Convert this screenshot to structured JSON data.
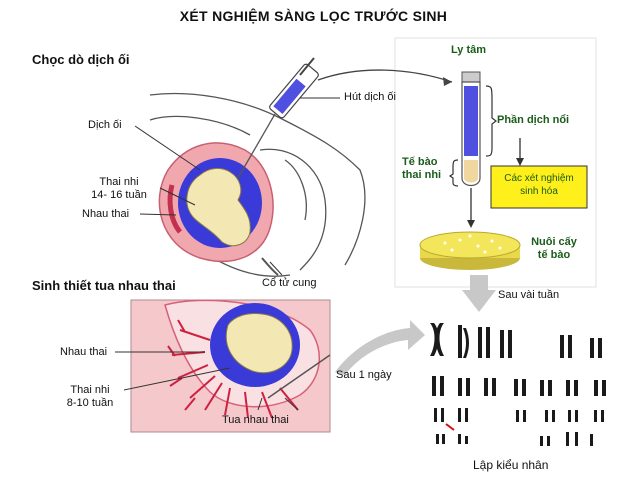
{
  "title": "XÉT NGHIỆM SÀNG LỌC TRƯỚC SINH",
  "amnio": {
    "heading": "Chọc dò dịch ối",
    "labels": {
      "suction": "Hút dịch ối",
      "amniotic_fluid": "Dịch ối",
      "fetus_line1": "Thai nhi",
      "fetus_line2": "14- 16 tuần",
      "placenta": "Nhau thai",
      "cervix": "Cổ tử cung"
    }
  },
  "cvs": {
    "heading": "Sinh thiết tua nhau thai",
    "labels": {
      "placenta": "Nhau thai",
      "fetus_line1": "Thai nhi",
      "fetus_line2": "8-10 tuần",
      "villi": "Tua nhau thai"
    }
  },
  "lab": {
    "centrifuge": "Ly tâm",
    "supernatant": "Phần dịch nổi",
    "fetal_cells_line1": "Tế bào",
    "fetal_cells_line2": "thai nhi",
    "biochem_line1": "Các xét nghiệm",
    "biochem_line2": "sinh hóa",
    "culture_line1": "Nuôi cấy",
    "culture_line2": "tế bào"
  },
  "flow": {
    "after_weeks": "Sau vài tuần",
    "after_day": "Sau 1 ngày"
  },
  "karyotype": {
    "label": "Lập kiểu nhân"
  },
  "colors": {
    "uterus_pink": "#f0a8ae",
    "blue_sac": "#3a3ad8",
    "fetus_yellow": "#f3e7b4",
    "panel_pink": "#f5c8cc",
    "label_green": "#1a5c1a",
    "biochem_box": "#ffef1a",
    "culture_dish": "#f4e65a",
    "flow_arrow": "#c8c8c8"
  }
}
